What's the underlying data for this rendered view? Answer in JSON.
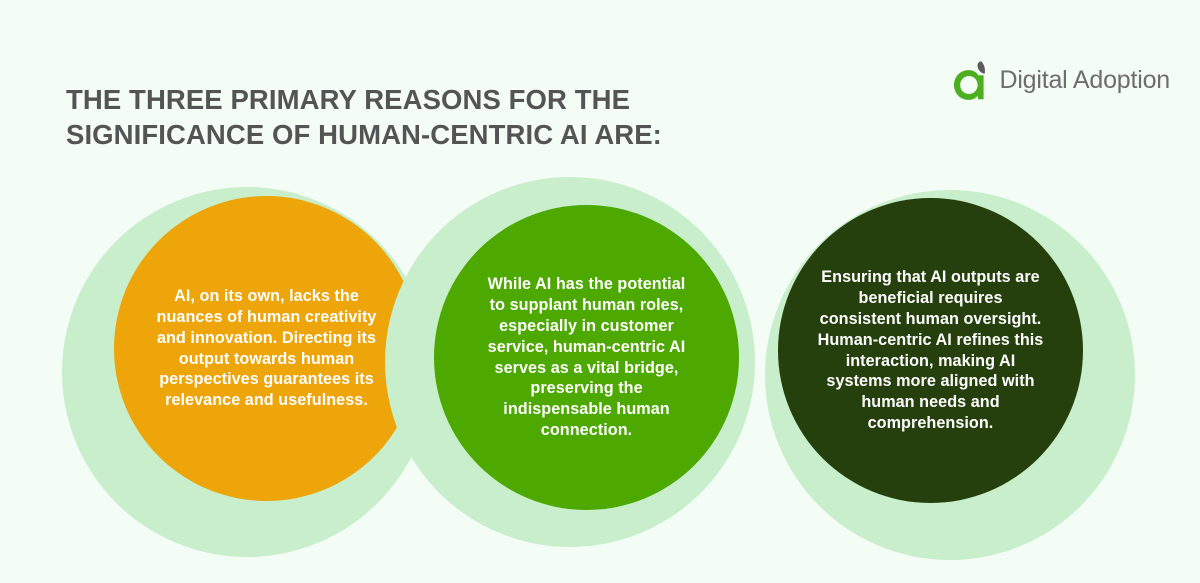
{
  "page": {
    "background_color": "#f4fcf6"
  },
  "header": {
    "title": "The three primary reasons for the\nsignificance of human-centric AI are:",
    "title_color": "#545454"
  },
  "logo": {
    "name": "Digital Adoption",
    "mark_color": "#4daf20",
    "mark_accent_color": "#5b5b5b",
    "text_color": "#6d6d6d"
  },
  "reasons": [
    {
      "id": "reason-1",
      "text": "AI, on its own, lacks the nuances of human creativity and innovation. Directing its output towards human perspectives guarantees its relevance and usefulness.",
      "color": "#eda50a",
      "halo_color": "#c8eecb",
      "text_color": "#ffffff"
    },
    {
      "id": "reason-2",
      "text": "While AI has the potential to supplant human roles, especially in customer service, human-centric AI serves as a vital bridge, preserving the indispensable human connection.",
      "color": "#4da800",
      "halo_color": "#c8eecb",
      "text_color": "#ffffff"
    },
    {
      "id": "reason-3",
      "text": "Ensuring that AI outputs are beneficial requires consistent human oversight. Human-centric AI refines this interaction, making AI systems more aligned with human needs and comprehension.",
      "color": "#25400d",
      "halo_color": "#c8eecb",
      "text_color": "#ffffff"
    }
  ]
}
